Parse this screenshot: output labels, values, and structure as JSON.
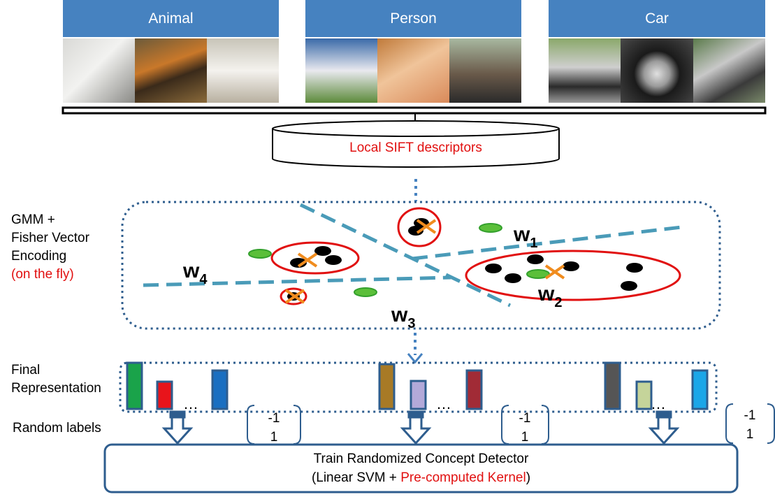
{
  "categories": [
    {
      "label": "Animal",
      "photos": [
        "cat",
        "tiger",
        "dog"
      ]
    },
    {
      "label": "Person",
      "photos": [
        "soccer-player",
        "child",
        "group-of-women"
      ]
    },
    {
      "label": "Car",
      "photos": [
        "small-car",
        "wheel",
        "side-mirror"
      ]
    }
  ],
  "database": {
    "label": "Local SIFT descriptors"
  },
  "encoding": {
    "label_lines": [
      "GMM +",
      "Fisher Vector",
      "Encoding"
    ],
    "note": "(on the fly)",
    "weights": [
      {
        "letter": "w",
        "sub": "1"
      },
      {
        "letter": "w",
        "sub": "2"
      },
      {
        "letter": "w",
        "sub": "3"
      },
      {
        "letter": "w",
        "sub": "4"
      }
    ]
  },
  "final": {
    "label_lines": [
      "Final",
      "Representation"
    ],
    "ellipsis": "…",
    "groups": [
      {
        "bars": [
          {
            "color": "#1aa34a"
          },
          {
            "color": "#e8141b"
          },
          {
            "color": "#1a6fc1"
          }
        ]
      },
      {
        "bars": [
          {
            "color": "#a87a26"
          },
          {
            "color": "#b3a9d9"
          },
          {
            "color": "#a12b36"
          }
        ]
      },
      {
        "bars": [
          {
            "color": "#555555"
          },
          {
            "color": "#c5d49a"
          },
          {
            "color": "#1ba6e8"
          }
        ]
      }
    ]
  },
  "random": {
    "label": "Random labels",
    "pairs": [
      [
        "-1",
        "1"
      ],
      [
        "-1",
        "1"
      ],
      [
        "-1",
        "1"
      ]
    ]
  },
  "train": {
    "line1": "Train Randomized Concept Detector",
    "line2_prefix": "(Linear SVM + ",
    "line2_highlight": "Pre-computed Kernel",
    "line2_suffix": ")"
  },
  "colors": {
    "header_bg": "#4682c0",
    "frame_border": "#2e5d8e",
    "dashed_line": "#4a9bb8",
    "highlight": "#e11010",
    "cluster_ring": "#e11010",
    "cross": "#f08c1e",
    "green_blob": "#5bbf3a",
    "arrow": "#2e5d8e"
  }
}
